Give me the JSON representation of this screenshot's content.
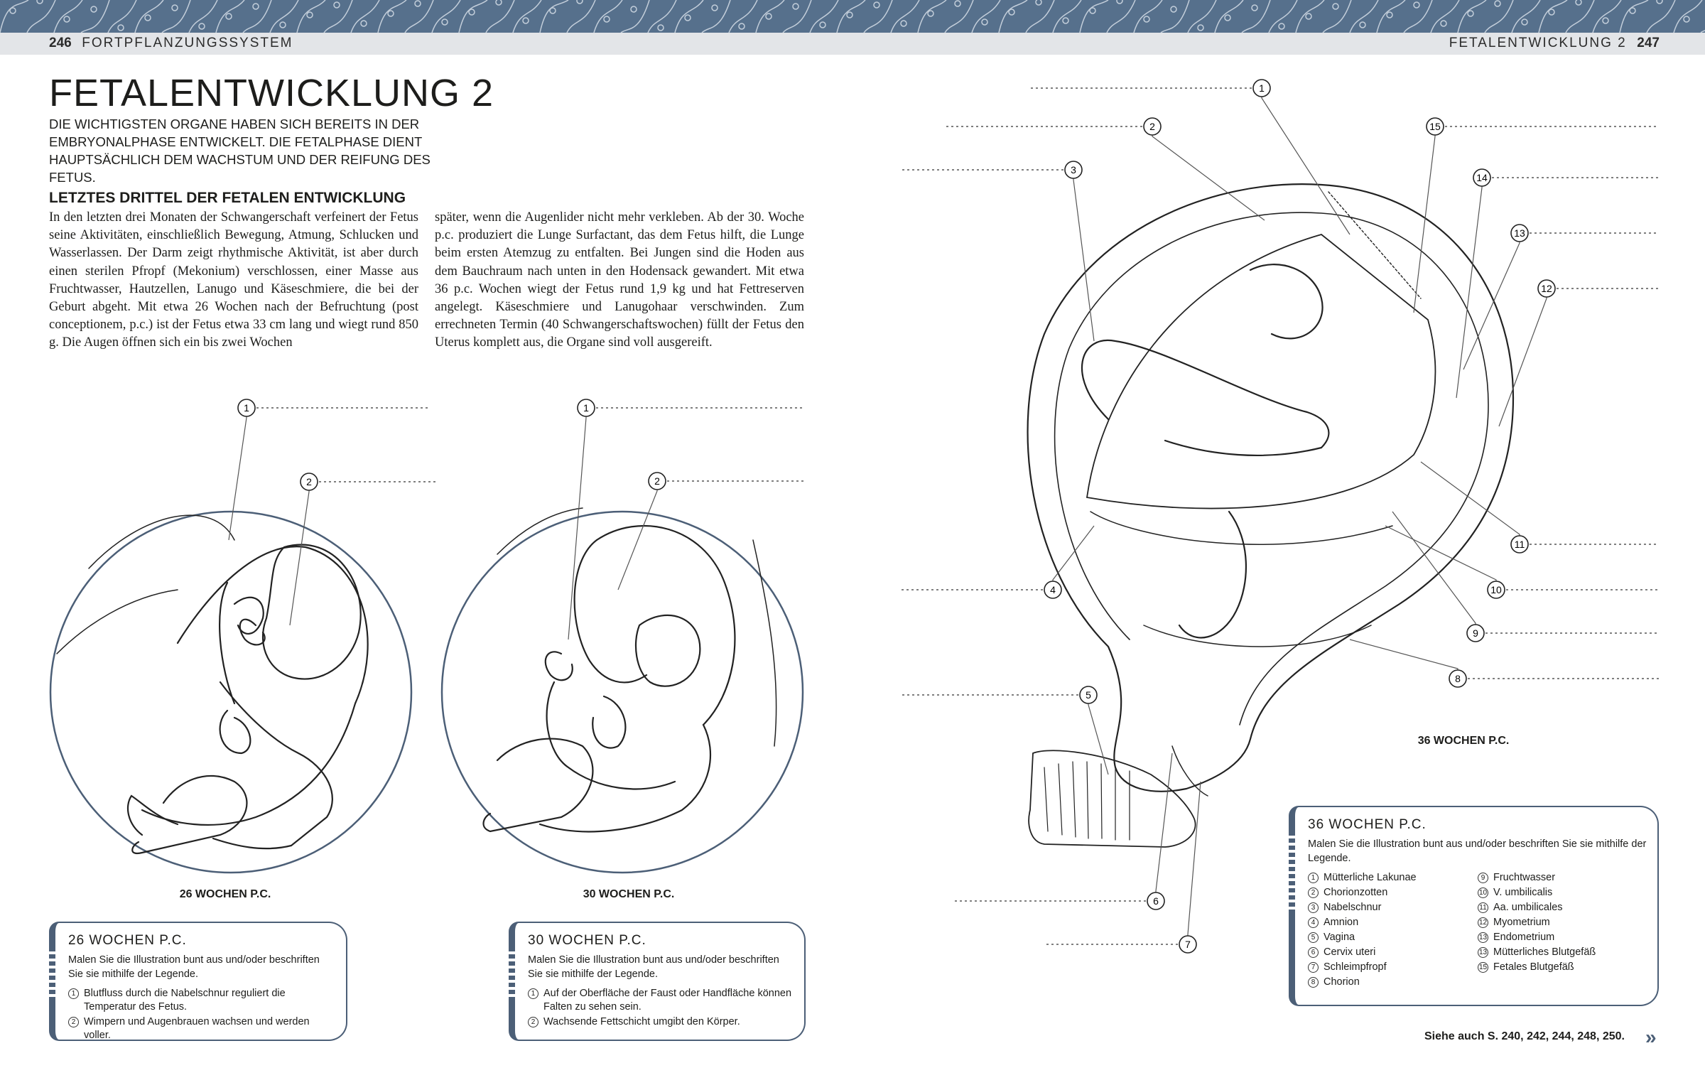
{
  "header": {
    "left_page": "246",
    "left_section": "FORTPFLANZUNGSSYSTEM",
    "right_section": "FETALENTWICKLUNG 2",
    "right_page": "247"
  },
  "title": "FETALENTWICKLUNG 2",
  "intro": "Die wichtigsten Organe haben sich bereits in der Embryonalphase entwickelt. Die Fetalphase dient hauptsächlich dem Wachstum und der Reifung des Fetus.",
  "section_heading": "LETZTES DRITTEL DER FETALEN ENTWICKLUNG",
  "body_col1": "In den letzten drei Monaten der Schwangerschaft verfeinert der Fetus seine Aktivitäten, einschließlich Bewegung, Atmung, Schlucken und Wasserlassen. Der Darm zeigt rhythmische Aktivität, ist aber durch einen sterilen Pfropf (Mekonium) verschlossen, einer Masse aus Fruchtwasser, Hautzellen, Lanugo und Käseschmiere, die bei der Geburt abgeht. Mit etwa 26 Wochen nach der Befruchtung (post conceptionem, p.c.) ist der Fetus etwa 33 cm lang und wiegt rund 850 g. Die Augen öffnen sich ein bis zwei Wochen",
  "body_col2": "später, wenn die Augenlider nicht mehr verkleben. Ab der 30. Woche p.c. produziert die Lunge Surfactant, das dem Fetus hilft, die Lunge beim ersten Atemzug zu entfalten. Bei Jungen sind die Hoden aus dem Bauchraum nach unten in den Hodensack gewandert. Mit etwa 36 p.c. Wochen wiegt der Fetus rund 1,9 kg und hat Fettreserven angelegt. Käseschmiere und Lanugohaar verschwinden. Zum errechneten Termin (40 Schwangerschaftswochen) füllt der Fetus den Uterus komplett aus, die Organe sind voll ausgereift.",
  "captions": {
    "w26": "26 WOCHEN P.C.",
    "w30": "30 WOCHEN P.C.",
    "w36": "36 WOCHEN P.C."
  },
  "box26": {
    "title": "26 WOCHEN P.C.",
    "instruction": "Malen Sie die Illustration bunt aus und/oder beschriften Sie sie mithilfe der Legende.",
    "items": [
      {
        "n": "1",
        "text": "Blutfluss durch die Nabelschnur reguliert die Temperatur des Fetus."
      },
      {
        "n": "2",
        "text": "Wimpern und Augenbrauen wachsen und werden voller."
      }
    ]
  },
  "box30": {
    "title": "30 WOCHEN P.C.",
    "instruction": "Malen Sie die Illustration bunt aus und/oder beschriften Sie sie mithilfe der Legende.",
    "items": [
      {
        "n": "1",
        "text": "Auf der Oberfläche der Faust oder Handfläche können Falten zu sehen sein."
      },
      {
        "n": "2",
        "text": "Wachsende Fettschicht umgibt den Körper."
      }
    ]
  },
  "box36": {
    "title": "36 WOCHEN P.C.",
    "instruction": "Malen Sie die Illustration bunt aus und/oder beschriften Sie sie mithilfe der Legende.",
    "items": [
      {
        "n": "1",
        "text": "Mütterliche Lakunae"
      },
      {
        "n": "2",
        "text": "Chorionzotten"
      },
      {
        "n": "3",
        "text": "Nabelschnur"
      },
      {
        "n": "4",
        "text": "Amnion"
      },
      {
        "n": "5",
        "text": "Vagina"
      },
      {
        "n": "6",
        "text": "Cervix uteri"
      },
      {
        "n": "7",
        "text": "Schleimpfropf"
      },
      {
        "n": "8",
        "text": "Chorion"
      },
      {
        "n": "9",
        "text": "Fruchtwasser"
      },
      {
        "n": "10",
        "text": "V. umbilicalis"
      },
      {
        "n": "11",
        "text": "Aa. umbilicales"
      },
      {
        "n": "12",
        "text": "Myometrium"
      },
      {
        "n": "13",
        "text": "Endometrium"
      },
      {
        "n": "13",
        "text": "Mütterliches Blutgefäß"
      },
      {
        "n": "15",
        "text": "Fetales Blutgefäß"
      }
    ]
  },
  "callouts": {
    "left": [
      "1",
      "2"
    ],
    "middle": [
      "1",
      "2"
    ],
    "big": [
      "1",
      "2",
      "3",
      "4",
      "5",
      "6",
      "7",
      "8",
      "9",
      "10",
      "11",
      "12",
      "13",
      "14",
      "15"
    ]
  },
  "see_also": "Siehe auch S. 240, 242, 244, 248, 250.",
  "colors": {
    "accent": "#4c5f77",
    "band": "#56708c"
  }
}
